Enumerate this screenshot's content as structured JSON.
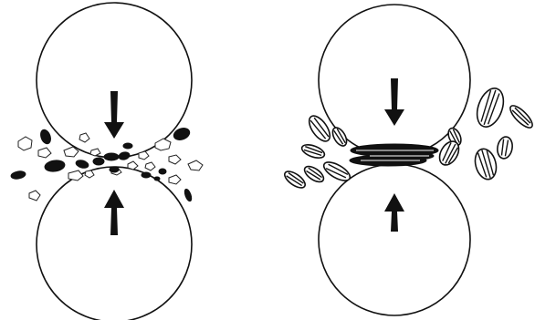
{
  "diagram": {
    "panels": [
      {
        "id": "left",
        "rolls": 2,
        "arrows": [
          "down",
          "up"
        ],
        "particles": "mixed-fragments"
      },
      {
        "id": "right",
        "rolls": 2,
        "arrows": [
          "down",
          "up"
        ],
        "particles": "striated-grains"
      }
    ],
    "colors": {
      "ink": "#111111",
      "background": "#ffffff"
    }
  }
}
